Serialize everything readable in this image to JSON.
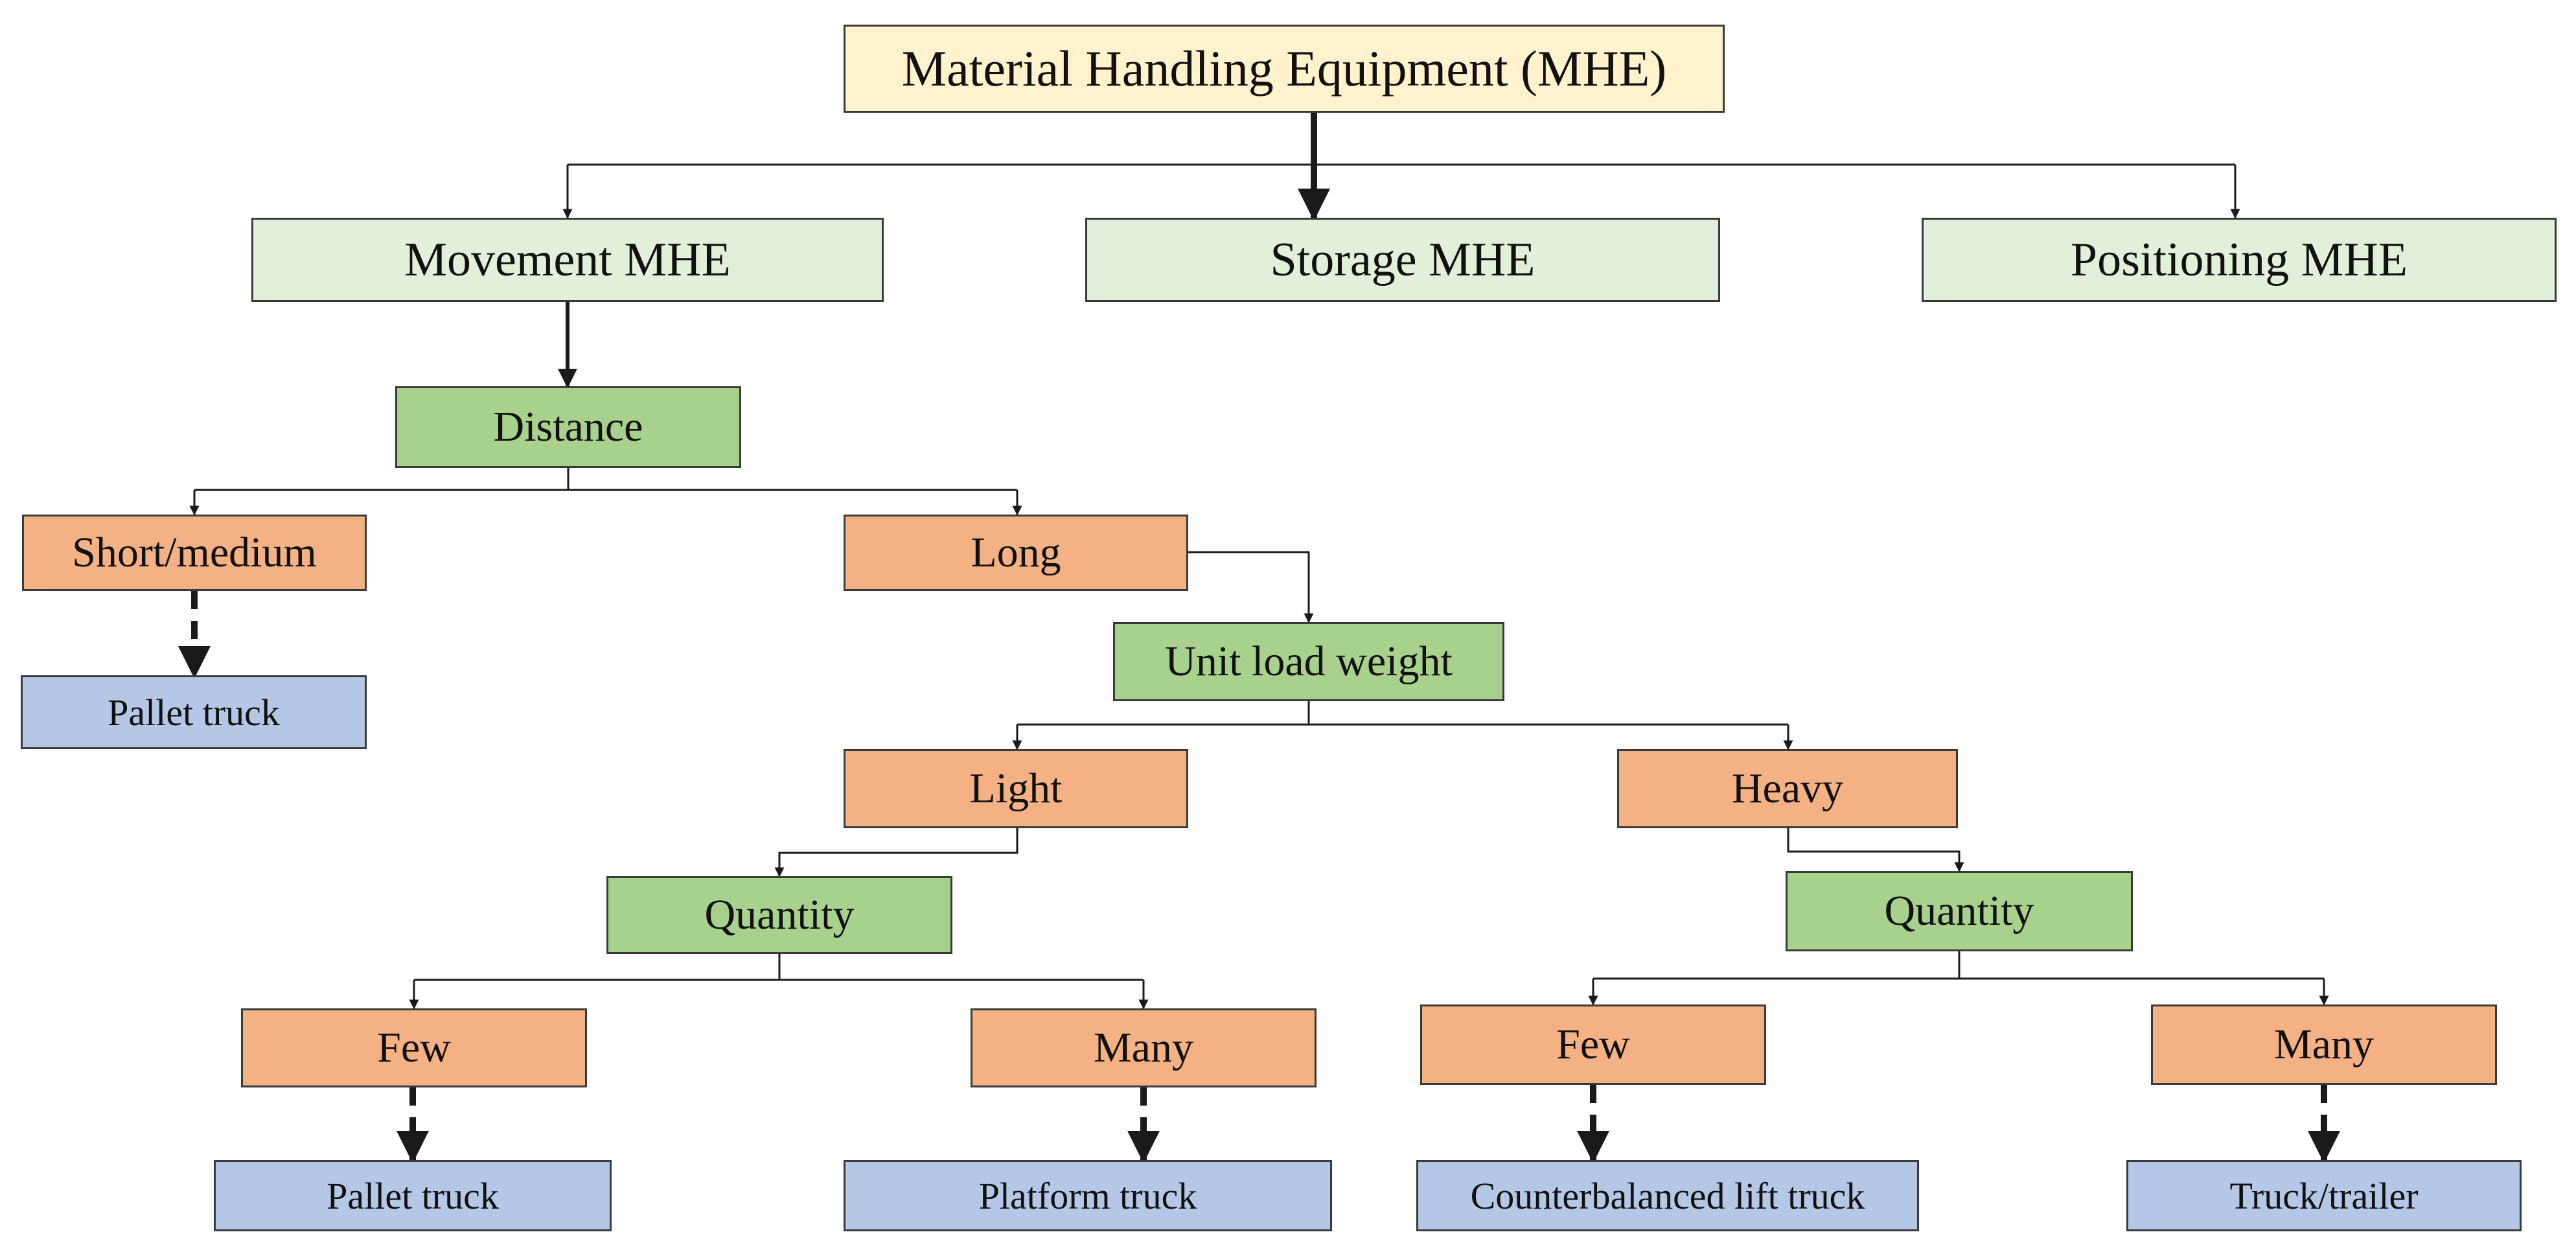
{
  "colors": {
    "root": "#fff2cc",
    "category": "#e2efda",
    "criterion": "#a9d18e",
    "option": "#f4b183",
    "equipment": "#b4c7e7",
    "line": "#1a1a1a"
  },
  "diagram": {
    "root": "Material Handling Equipment (MHE)",
    "categories": {
      "movement": "Movement MHE",
      "storage": "Storage MHE",
      "positioning": "Positioning MHE"
    },
    "distance": {
      "label": "Distance",
      "short_medium": "Short/medium",
      "long": "Long",
      "short_result": "Pallet truck"
    },
    "weight": {
      "label": "Unit load weight",
      "light": "Light",
      "heavy": "Heavy"
    },
    "light_branch": {
      "quantity": "Quantity",
      "few": "Few",
      "many": "Many",
      "few_result": "Pallet truck",
      "many_result": "Platform truck"
    },
    "heavy_branch": {
      "quantity": "Quantity",
      "few": "Few",
      "many": "Many",
      "few_result": "Counterbalanced lift truck",
      "many_result": "Truck/trailer"
    }
  }
}
